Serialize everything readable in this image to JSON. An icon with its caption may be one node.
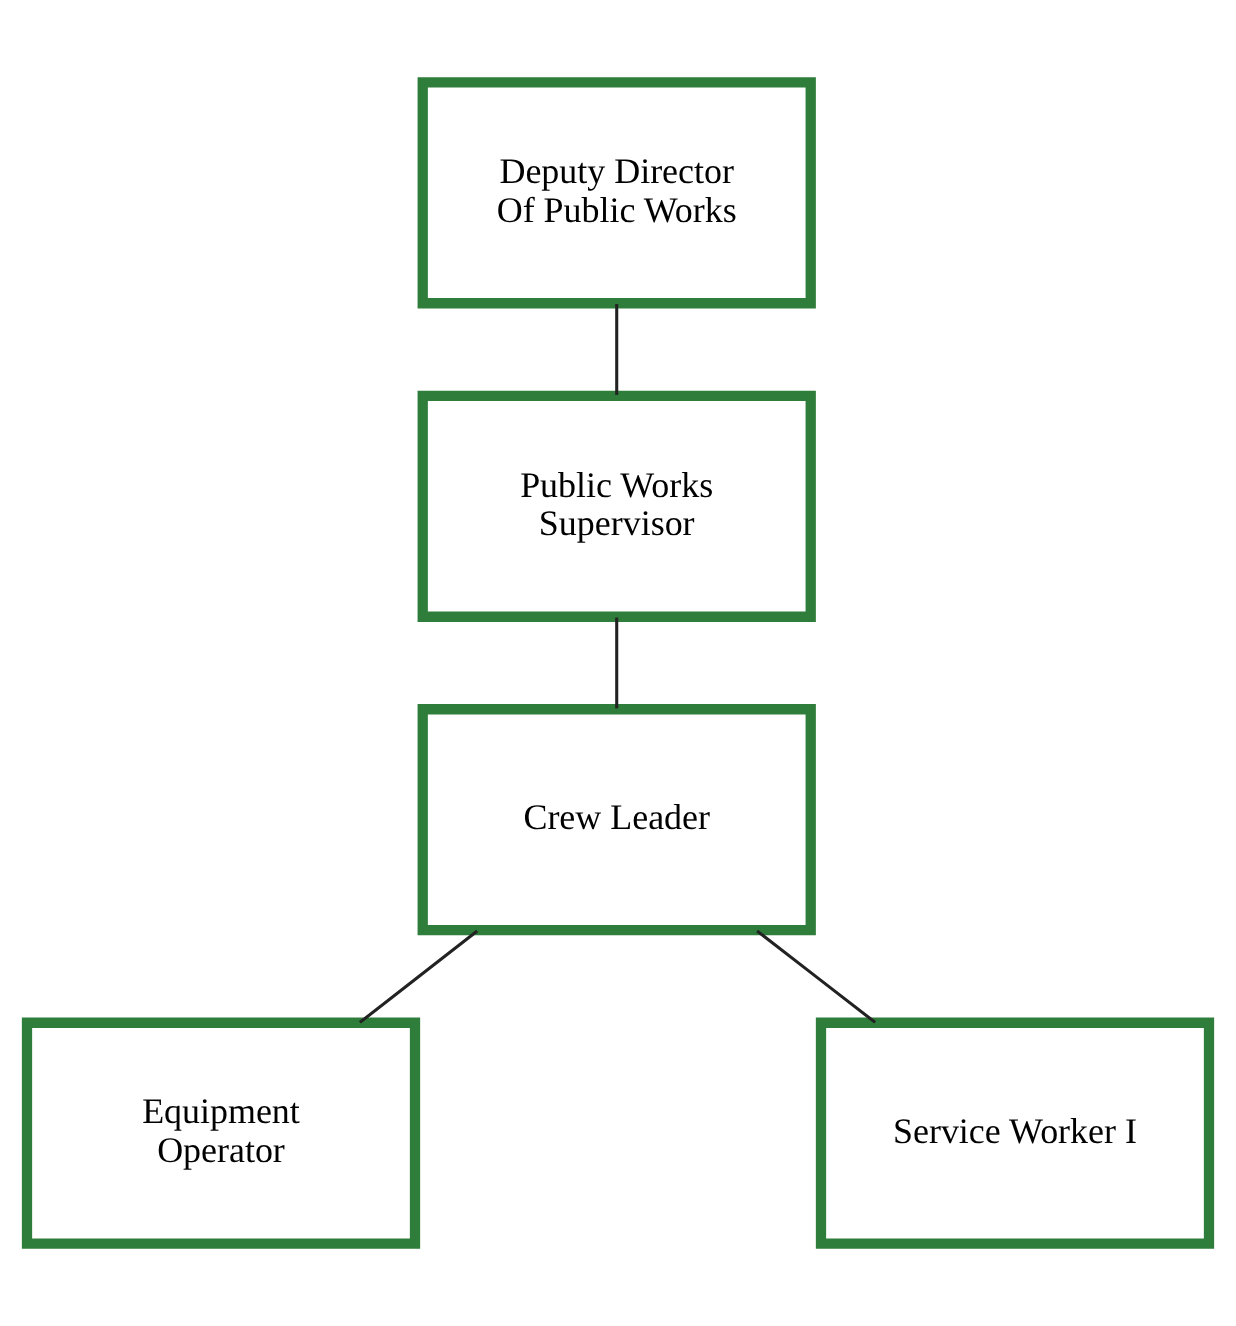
{
  "diagram": {
    "nodes": [
      {
        "text": [
          "Deputy Director Of Public Works"
        ]
      },
      {
        "text": [
          "Public Works Supervisor"
        ]
      },
      {
        "text": [
          "Crew Leader"
        ]
      },
      {
        "text": [
          "Equipment Operator"
        ]
      },
      {
        "text": [
          "Service Worker I"
        ]
      }
    ],
    "edges": [
      {
        "from": 0,
        "to": 1,
        "arrow": "none"
      },
      {
        "from": 1,
        "to": 2,
        "arrow": "none"
      },
      {
        "from": 2,
        "to": 3,
        "arrow": "none"
      },
      {
        "from": 2,
        "to": 4,
        "arrow": "none"
      }
    ]
  }
}
